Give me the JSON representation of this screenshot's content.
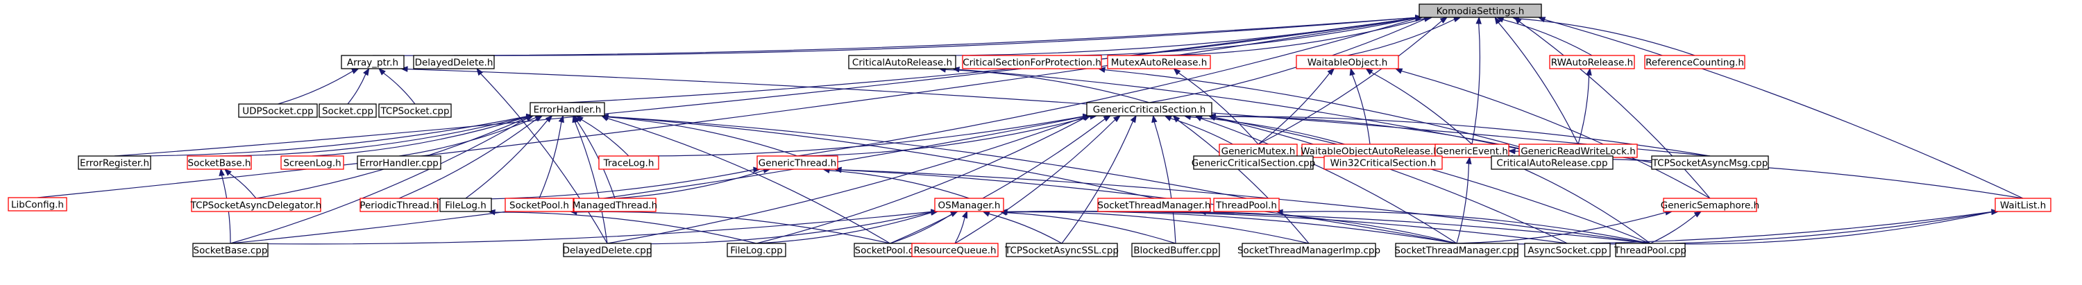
{
  "colors": {
    "background": "#ffffff",
    "edge": "#191970",
    "border_documented": "#000000",
    "border_undocumented": "#ff0000",
    "root_fill": "#bfbfbf",
    "node_fill": "#ffffff"
  },
  "nodes": [
    {
      "id": "komodia",
      "label": "KomodiaSettings.h",
      "border": "black",
      "root": true
    },
    {
      "id": "arrayptr",
      "label": "Array_ptr.h",
      "border": "black"
    },
    {
      "id": "delayeddel_h",
      "label": "DelayedDelete.h",
      "border": "black"
    },
    {
      "id": "crit_auto_h",
      "label": "CriticalAutoRelease.h",
      "border": "black"
    },
    {
      "id": "crit_prot_h",
      "label": "CriticalSectionForProtection.h",
      "border": "red"
    },
    {
      "id": "mutex_auto_h",
      "label": "MutexAutoRelease.h",
      "border": "red"
    },
    {
      "id": "waitable_h",
      "label": "WaitableObject.h",
      "border": "red"
    },
    {
      "id": "rwauto_h",
      "label": "RWAutoRelease.h",
      "border": "red"
    },
    {
      "id": "refcount_h",
      "label": "ReferenceCounting.h",
      "border": "red"
    },
    {
      "id": "udpsocket_cpp",
      "label": "UDPSocket.cpp",
      "border": "black"
    },
    {
      "id": "socket_cpp",
      "label": "Socket.cpp",
      "border": "black"
    },
    {
      "id": "tcpsocket_cpp",
      "label": "TCPSocket.cpp",
      "border": "black"
    },
    {
      "id": "errorhandler_h",
      "label": "ErrorHandler.h",
      "border": "black"
    },
    {
      "id": "gcs_h",
      "label": "GenericCriticalSection.h",
      "border": "black"
    },
    {
      "id": "gmutex_h",
      "label": "GenericMutex.h",
      "border": "red"
    },
    {
      "id": "waitable_auto_h",
      "label": "WaitableObjectAutoRelease.h",
      "border": "red"
    },
    {
      "id": "gevent_h",
      "label": "GenericEvent.h",
      "border": "red"
    },
    {
      "id": "grwlock_h",
      "label": "GenericReadWriteLock.h",
      "border": "red"
    },
    {
      "id": "errreg_h",
      "label": "ErrorRegister.h",
      "border": "black"
    },
    {
      "id": "socketbase_h",
      "label": "SocketBase.h",
      "border": "red"
    },
    {
      "id": "screenlog_h",
      "label": "ScreenLog.h",
      "border": "red"
    },
    {
      "id": "errorhandler_cpp",
      "label": "ErrorHandler.cpp",
      "border": "black"
    },
    {
      "id": "tracelog_h",
      "label": "TraceLog.h",
      "border": "red"
    },
    {
      "id": "gthread_h",
      "label": "GenericThread.h",
      "border": "red"
    },
    {
      "id": "gcs_cpp",
      "label": "GenericCriticalSection.cpp",
      "border": "black"
    },
    {
      "id": "win32cs_h",
      "label": "Win32CriticalSection.h",
      "border": "red"
    },
    {
      "id": "crit_auto_cpp",
      "label": "CriticalAutoRelease.cpp",
      "border": "black"
    },
    {
      "id": "tcpasyncmsg_cpp",
      "label": "TCPSocketAsyncMsg.cpp",
      "border": "black"
    },
    {
      "id": "libconfig_h",
      "label": "LibConfig.h",
      "border": "red"
    },
    {
      "id": "tcpasyncdel_h",
      "label": "TCPSocketAsyncDelegator.h",
      "border": "red"
    },
    {
      "id": "periodic_h",
      "label": "PeriodicThread.h",
      "border": "red"
    },
    {
      "id": "filelog_h",
      "label": "FileLog.h",
      "border": "black"
    },
    {
      "id": "socketpool_h",
      "label": "SocketPool.h",
      "border": "red"
    },
    {
      "id": "managed_h",
      "label": "ManagedThread.h",
      "border": "red"
    },
    {
      "id": "osmanager_h",
      "label": "OSManager.h",
      "border": "red"
    },
    {
      "id": "stm_h",
      "label": "SocketThreadManager.h",
      "border": "red"
    },
    {
      "id": "threadpool_h",
      "label": "ThreadPool.h",
      "border": "red"
    },
    {
      "id": "gsem_h",
      "label": "GenericSemaphore.h",
      "border": "red"
    },
    {
      "id": "waitlist_h",
      "label": "WaitList.h",
      "border": "red"
    },
    {
      "id": "socketbase_cpp",
      "label": "SocketBase.cpp",
      "border": "black"
    },
    {
      "id": "delayeddel_cpp",
      "label": "DelayedDelete.cpp",
      "border": "black"
    },
    {
      "id": "filelog_cpp",
      "label": "FileLog.cpp",
      "border": "black"
    },
    {
      "id": "socketpool_cpp",
      "label": "SocketPool.cpp",
      "border": "black"
    },
    {
      "id": "resqueue_h",
      "label": "ResourceQueue.h",
      "border": "red"
    },
    {
      "id": "tcpssl_cpp",
      "label": "TCPSocketAsyncSSL.cpp",
      "border": "black"
    },
    {
      "id": "blockedbuf_cpp",
      "label": "BlockedBuffer.cpp",
      "border": "black"
    },
    {
      "id": "stmimp_cpp",
      "label": "SocketThreadManagerImp.cpp",
      "border": "black"
    },
    {
      "id": "stm_cpp",
      "label": "SocketThreadManager.cpp",
      "border": "black"
    },
    {
      "id": "asyncsocket_cpp",
      "label": "AsyncSocket.cpp",
      "border": "black"
    },
    {
      "id": "threadpool_cpp",
      "label": "ThreadPool.cpp",
      "border": "black"
    }
  ],
  "edges": [
    [
      "komodia",
      "arrayptr"
    ],
    [
      "komodia",
      "delayeddel_h"
    ],
    [
      "komodia",
      "errorhandler_h"
    ],
    [
      "komodia",
      "crit_auto_h"
    ],
    [
      "komodia",
      "crit_prot_h"
    ],
    [
      "komodia",
      "mutex_auto_h"
    ],
    [
      "komodia",
      "waitable_h"
    ],
    [
      "komodia",
      "rwauto_h"
    ],
    [
      "komodia",
      "refcount_h"
    ],
    [
      "komodia",
      "errreg_h"
    ],
    [
      "komodia",
      "libconfig_h"
    ],
    [
      "komodia",
      "gcs_h"
    ],
    [
      "komodia",
      "gthread_h"
    ],
    [
      "komodia",
      "gmutex_h"
    ],
    [
      "komodia",
      "gevent_h"
    ],
    [
      "komodia",
      "grwlock_h"
    ],
    [
      "komodia",
      "gsem_h"
    ],
    [
      "komodia",
      "waitlist_h"
    ],
    [
      "arrayptr",
      "udpsocket_cpp"
    ],
    [
      "arrayptr",
      "socket_cpp"
    ],
    [
      "arrayptr",
      "tcpsocket_cpp"
    ],
    [
      "arrayptr",
      "tcpasyncmsg_cpp"
    ],
    [
      "delayeddel_h",
      "delayeddel_cpp"
    ],
    [
      "crit_auto_h",
      "gcs_h"
    ],
    [
      "crit_auto_h",
      "crit_auto_cpp"
    ],
    [
      "crit_prot_h",
      "crit_auto_cpp"
    ],
    [
      "mutex_auto_h",
      "gmutex_h"
    ],
    [
      "waitable_h",
      "gmutex_h"
    ],
    [
      "waitable_h",
      "waitable_auto_h"
    ],
    [
      "waitable_h",
      "gevent_h"
    ],
    [
      "waitable_h",
      "gsem_h"
    ],
    [
      "rwauto_h",
      "grwlock_h"
    ],
    [
      "errorhandler_h",
      "errreg_h"
    ],
    [
      "errorhandler_h",
      "socketbase_h"
    ],
    [
      "errorhandler_h",
      "screenlog_h"
    ],
    [
      "errorhandler_h",
      "errorhandler_cpp"
    ],
    [
      "errorhandler_h",
      "tracelog_h"
    ],
    [
      "errorhandler_h",
      "gthread_h"
    ],
    [
      "errorhandler_h",
      "tcpasyncdel_h"
    ],
    [
      "errorhandler_h",
      "periodic_h"
    ],
    [
      "errorhandler_h",
      "filelog_h"
    ],
    [
      "errorhandler_h",
      "socketpool_h"
    ],
    [
      "errorhandler_h",
      "managed_h"
    ],
    [
      "errorhandler_h",
      "stm_h"
    ],
    [
      "errorhandler_h",
      "threadpool_h"
    ],
    [
      "errorhandler_h",
      "socketbase_cpp"
    ],
    [
      "errorhandler_h",
      "delayeddel_cpp"
    ],
    [
      "errorhandler_h",
      "socketpool_cpp"
    ],
    [
      "gcs_h",
      "tracelog_h"
    ],
    [
      "gcs_h",
      "gthread_h"
    ],
    [
      "gcs_h",
      "gcs_cpp"
    ],
    [
      "gcs_h",
      "win32cs_h"
    ],
    [
      "gcs_h",
      "crit_auto_cpp"
    ],
    [
      "gcs_h",
      "tcpasyncmsg_cpp"
    ],
    [
      "gcs_h",
      "socketbase_cpp"
    ],
    [
      "gcs_h",
      "delayeddel_cpp"
    ],
    [
      "gcs_h",
      "filelog_cpp"
    ],
    [
      "gcs_h",
      "socketpool_cpp"
    ],
    [
      "gcs_h",
      "resqueue_h"
    ],
    [
      "gcs_h",
      "tcpssl_cpp"
    ],
    [
      "gcs_h",
      "blockedbuf_cpp"
    ],
    [
      "gcs_h",
      "stmimp_cpp"
    ],
    [
      "gcs_h",
      "stm_cpp"
    ],
    [
      "gcs_h",
      "asyncsocket_cpp"
    ],
    [
      "gcs_h",
      "threadpool_cpp"
    ],
    [
      "gevent_h",
      "tcpasyncmsg_cpp"
    ],
    [
      "gevent_h",
      "waitlist_h"
    ],
    [
      "gevent_h",
      "stm_cpp"
    ],
    [
      "gevent_h",
      "threadpool_cpp"
    ],
    [
      "socketbase_h",
      "tcpasyncdel_h"
    ],
    [
      "socketbase_h",
      "socketbase_cpp"
    ],
    [
      "gthread_h",
      "periodic_h"
    ],
    [
      "gthread_h",
      "managed_h"
    ],
    [
      "gthread_h",
      "osmanager_h"
    ],
    [
      "gthread_h",
      "stm_cpp"
    ],
    [
      "gthread_h",
      "threadpool_cpp"
    ],
    [
      "filelog_h",
      "filelog_cpp"
    ],
    [
      "socketpool_h",
      "socketpool_cpp"
    ],
    [
      "osmanager_h",
      "socketbase_cpp"
    ],
    [
      "osmanager_h",
      "delayeddel_cpp"
    ],
    [
      "osmanager_h",
      "filelog_cpp"
    ],
    [
      "osmanager_h",
      "socketpool_cpp"
    ],
    [
      "osmanager_h",
      "resqueue_h"
    ],
    [
      "osmanager_h",
      "tcpssl_cpp"
    ],
    [
      "osmanager_h",
      "blockedbuf_cpp"
    ],
    [
      "osmanager_h",
      "stmimp_cpp"
    ],
    [
      "osmanager_h",
      "stm_cpp"
    ],
    [
      "osmanager_h",
      "asyncsocket_cpp"
    ],
    [
      "osmanager_h",
      "threadpool_cpp"
    ],
    [
      "stm_h",
      "stm_cpp"
    ],
    [
      "threadpool_h",
      "threadpool_cpp"
    ],
    [
      "gsem_h",
      "stm_cpp"
    ],
    [
      "gsem_h",
      "threadpool_cpp"
    ],
    [
      "waitlist_h",
      "stm_cpp"
    ],
    [
      "waitlist_h",
      "asyncsocket_cpp"
    ],
    [
      "waitlist_h",
      "threadpool_cpp"
    ]
  ]
}
